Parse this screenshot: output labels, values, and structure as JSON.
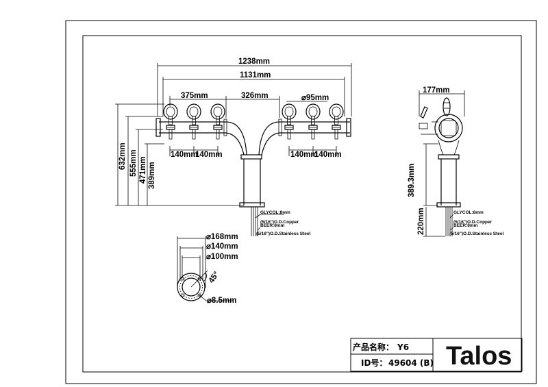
{
  "front_view": {
    "dims": {
      "overall_width": "1238mm",
      "flange_width": "1131mm",
      "group_span": "375mm",
      "center_gap": "326mm",
      "tower_diameter": "⌀95mm",
      "tap_pitch_left_a": "140mm",
      "tap_pitch_left_b": "140mm",
      "tap_pitch_right_a": "140mm",
      "tap_pitch_right_b": "140mm",
      "height_632": "632mm",
      "height_555": "555mm",
      "height_471": "471mm",
      "height_389": "389mm"
    },
    "notes": [
      "GLYCOL:8mm",
      "(5/16\")O.D.Copper",
      "BEER:8mm",
      "(5/16\")O.D.Stainless Steel"
    ]
  },
  "side_view": {
    "dims": {
      "depth": "177mm",
      "height_389_3": "389.3mm",
      "shank_220": "220mm"
    },
    "notes": [
      "GLYCOL:8mm",
      "(5/16\")O.D.Copper",
      "BEER:8mm",
      "(5/16\")O.D.Stainless Steel"
    ]
  },
  "base_plate": {
    "dims": {
      "d168": "⌀168mm",
      "d140": "⌀140mm",
      "d100": "⌀100mm",
      "angle": "45°",
      "hole": "⌀8.5mm"
    }
  },
  "title_block": {
    "name_label": "产品名称：",
    "name_value": "Y6",
    "id_label": "ID号：",
    "id_value": "49604 (B)",
    "logo": "Talos"
  }
}
